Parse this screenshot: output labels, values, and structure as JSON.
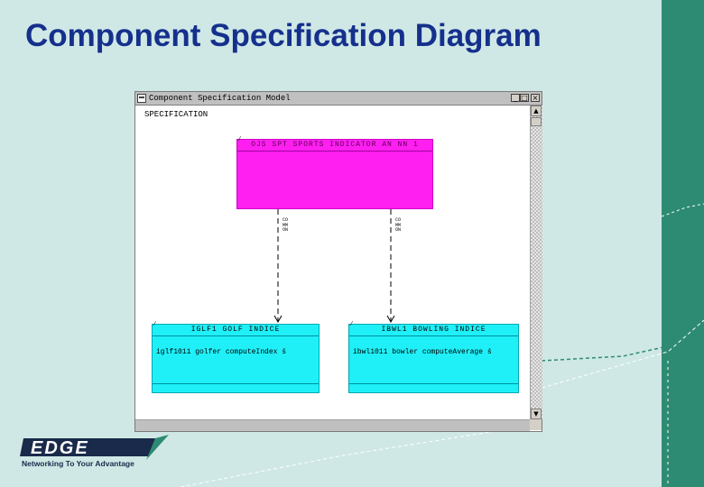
{
  "slide": {
    "title": "Component Specification Diagram"
  },
  "window": {
    "title": "Component Specification Model",
    "controls": {
      "minimize": "_",
      "maximize": "□",
      "close": "×"
    },
    "section_label": "SPECIFICATION"
  },
  "diagram": {
    "main_component": "OJS SPT SPORTS INDICATOR AN NN 1",
    "connector_label": "COMMON",
    "left_component": {
      "title": "IGLF1 GOLF INDICE",
      "operation": "iglf1011 golfer computeIndex ś"
    },
    "right_component": {
      "title": "IBWL1 BOWLING INDICE",
      "operation": "ibwl1011 bowler computeAverage ś"
    }
  },
  "logo": {
    "name": "EDGE",
    "tagline": "Networking To Your Advantage"
  },
  "colors": {
    "title": "#15308c",
    "background": "#cfe8e6",
    "band": "#2e8b73",
    "magenta_box": "#ff1ff0",
    "cyan_box": "#1ff0f8"
  }
}
